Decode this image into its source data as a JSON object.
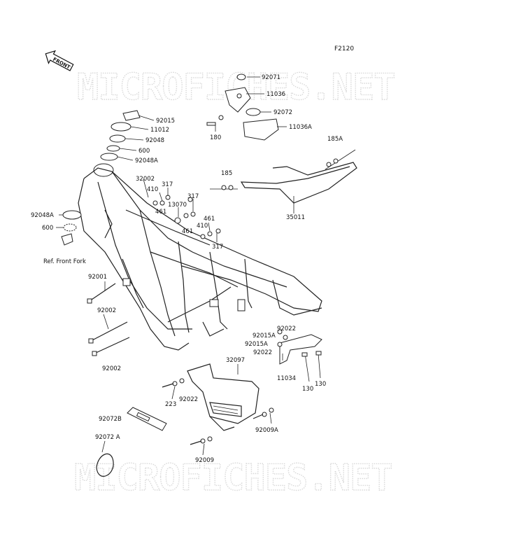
{
  "diagram": {
    "figure_code": "F2120",
    "front_label": "FRONT",
    "watermark": "MICROFICHES.NET",
    "front_fork_note": "Ref. Front Fork",
    "parts": [
      {
        "id": "p92071",
        "label": "92071"
      },
      {
        "id": "p11036",
        "label": "11036"
      },
      {
        "id": "p92072",
        "label": "92072"
      },
      {
        "id": "p11036A",
        "label": "11036A"
      },
      {
        "id": "p180",
        "label": "180"
      },
      {
        "id": "p92015",
        "label": "92015"
      },
      {
        "id": "p11012",
        "label": "11012"
      },
      {
        "id": "p92048",
        "label": "92048"
      },
      {
        "id": "p600a",
        "label": "600"
      },
      {
        "id": "p92048Aa",
        "label": "92048A"
      },
      {
        "id": "p185A",
        "label": "185A"
      },
      {
        "id": "p185",
        "label": "185"
      },
      {
        "id": "p35011",
        "label": "35011"
      },
      {
        "id": "p32002",
        "label": "32002"
      },
      {
        "id": "p317a",
        "label": "317"
      },
      {
        "id": "p410a",
        "label": "410"
      },
      {
        "id": "p13070",
        "label": "13070"
      },
      {
        "id": "p461a",
        "label": "461"
      },
      {
        "id": "p317b",
        "label": "317"
      },
      {
        "id": "p461b",
        "label": "461"
      },
      {
        "id": "p461c",
        "label": "461"
      },
      {
        "id": "p410b",
        "label": "410"
      },
      {
        "id": "p317c",
        "label": "317"
      },
      {
        "id": "p92048Ab",
        "label": "92048A"
      },
      {
        "id": "p600b",
        "label": "600"
      },
      {
        "id": "p92001",
        "label": "92001"
      },
      {
        "id": "p92002a",
        "label": "92002"
      },
      {
        "id": "p92002b",
        "label": "92002"
      },
      {
        "id": "p92022a",
        "label": "92022"
      },
      {
        "id": "p92015A1",
        "label": "92015A"
      },
      {
        "id": "p92015A2",
        "label": "92015A"
      },
      {
        "id": "p92022b",
        "label": "92022"
      },
      {
        "id": "p11034",
        "label": "11034"
      },
      {
        "id": "p130a",
        "label": "130"
      },
      {
        "id": "p130b",
        "label": "130"
      },
      {
        "id": "p32097",
        "label": "32097"
      },
      {
        "id": "p223",
        "label": "223"
      },
      {
        "id": "p92022c",
        "label": "92022"
      },
      {
        "id": "p92072B",
        "label": "92072B"
      },
      {
        "id": "p92009A",
        "label": "92009A"
      },
      {
        "id": "p92072A",
        "label": "92072 A"
      },
      {
        "id": "p92009",
        "label": "92009"
      }
    ]
  }
}
